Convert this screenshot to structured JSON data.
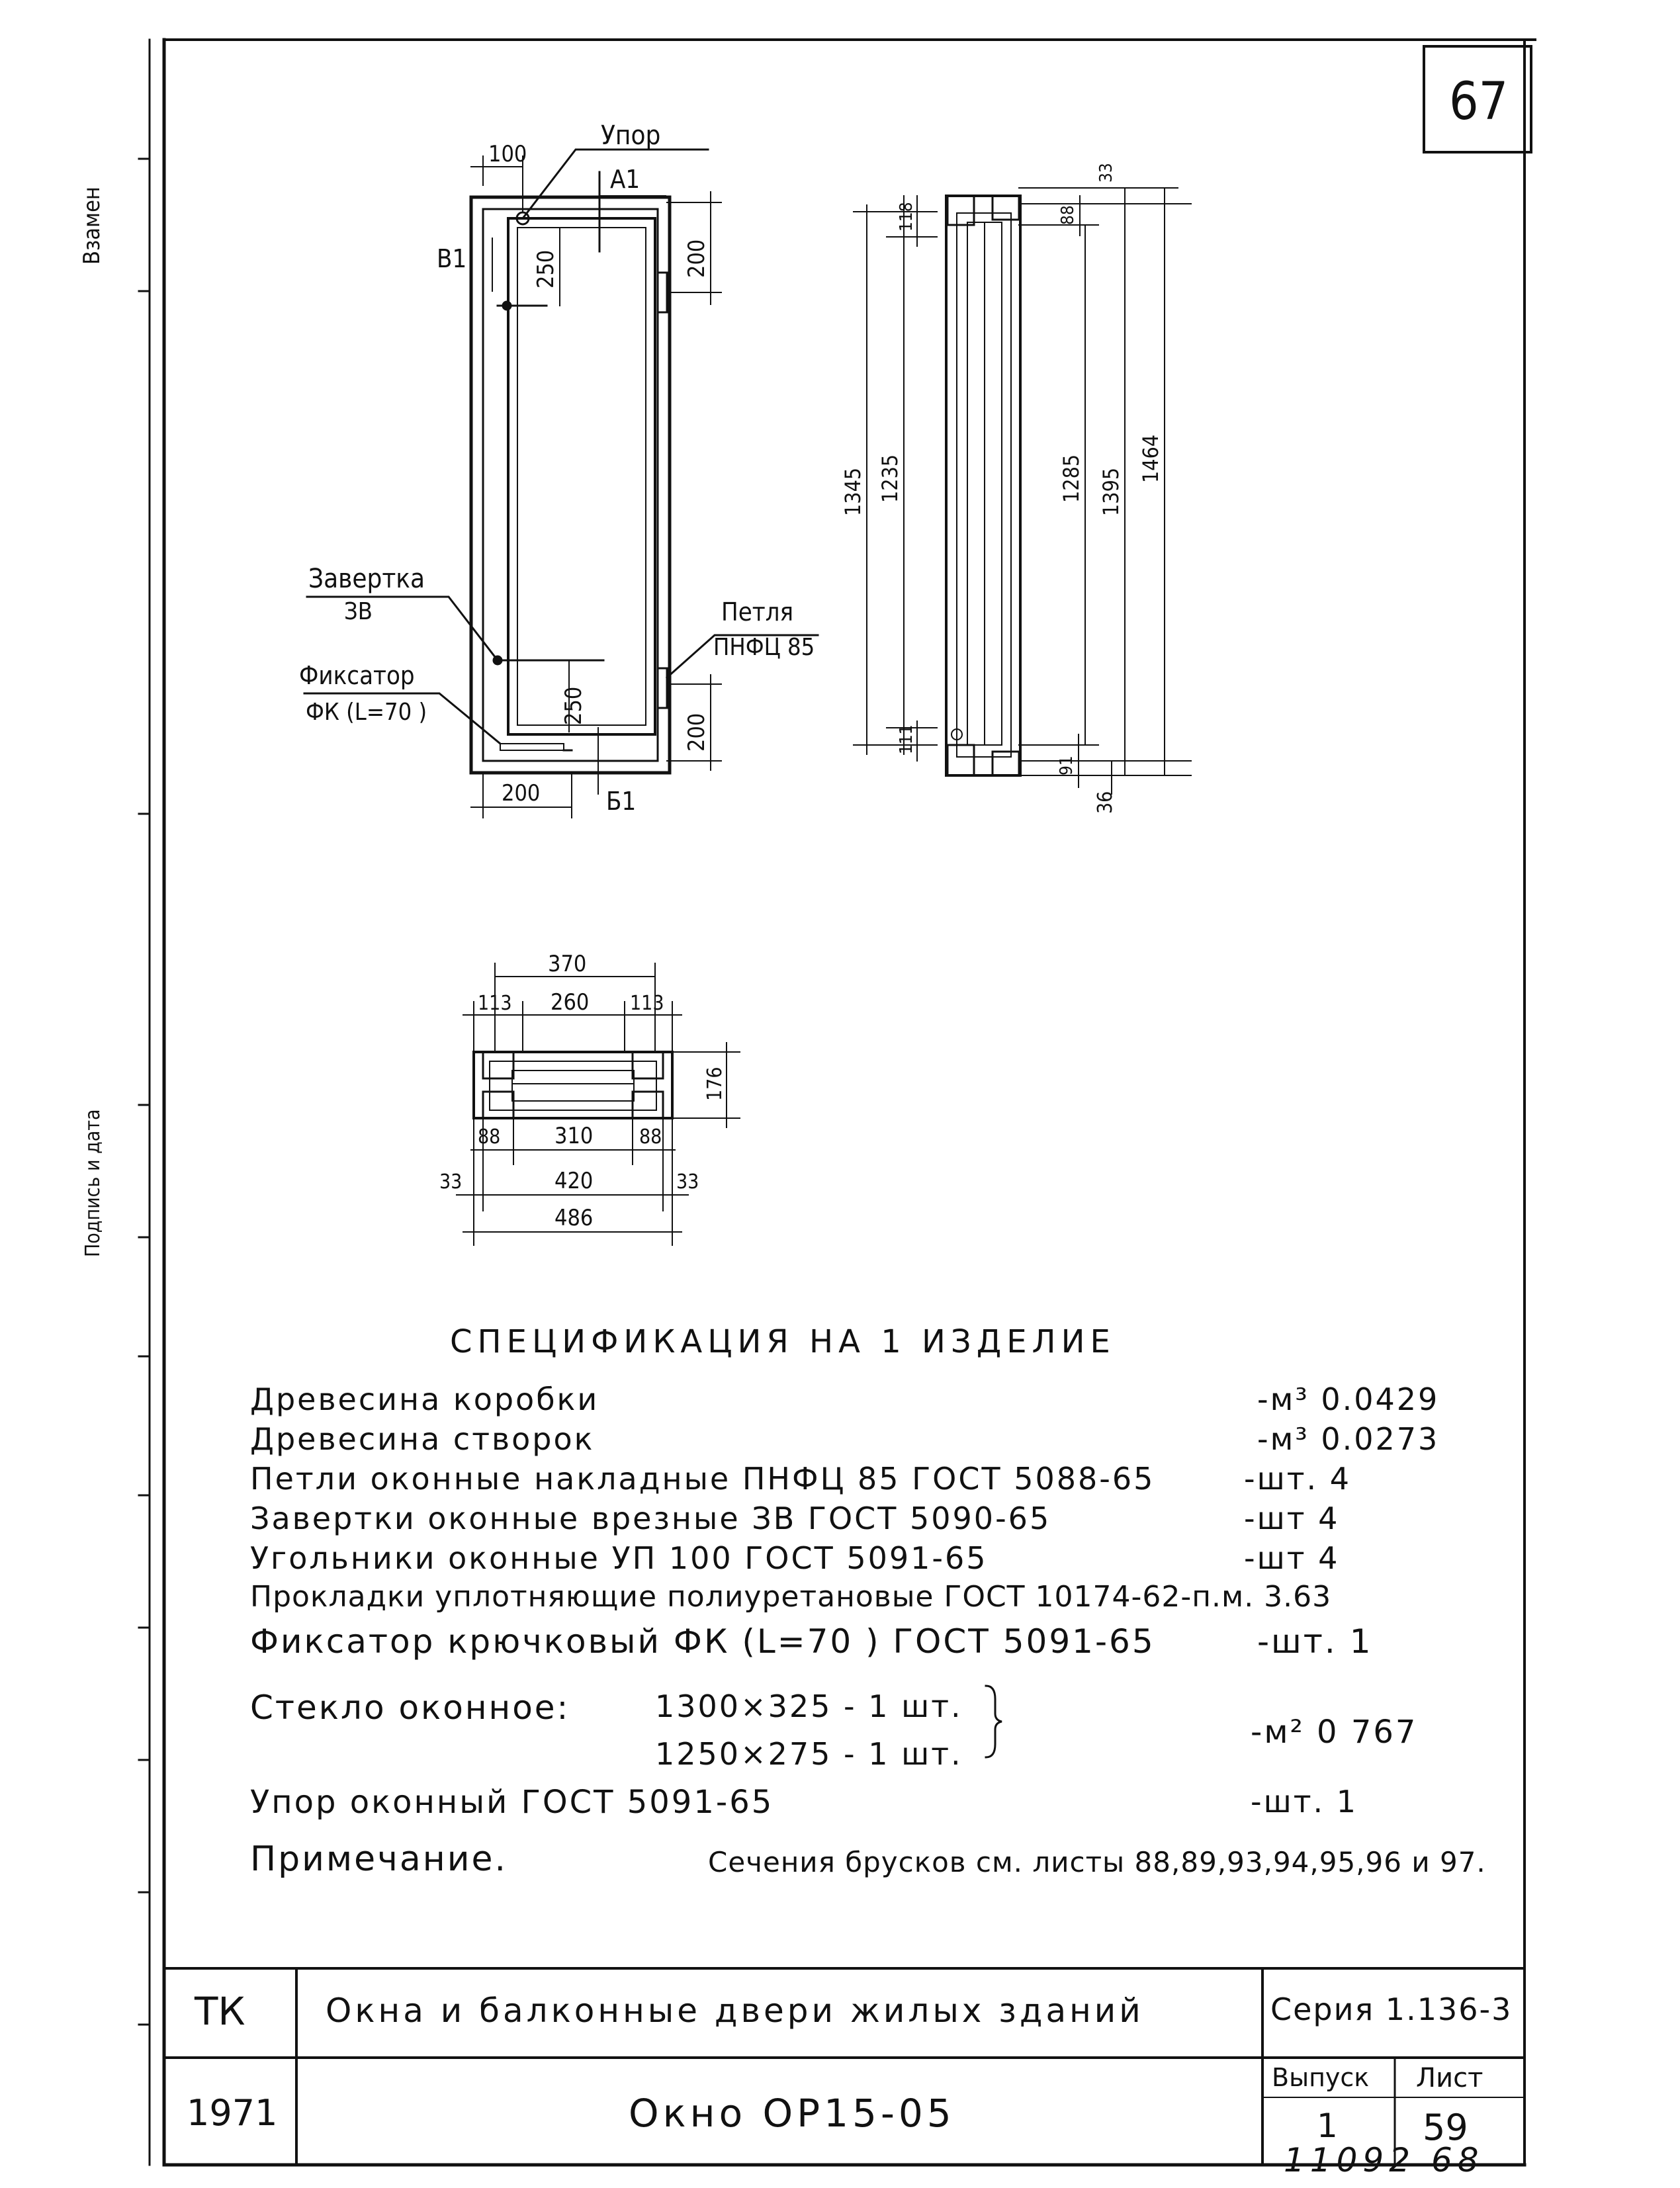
{
  "sheet_number": "67",
  "side_strip_labels": [
    "Взамен",
    "Подпись и дата"
  ],
  "elevation": {
    "labels": {
      "stop": "Упор",
      "a1": "А1",
      "b1_left": "В1",
      "b1_bottom": "Б1",
      "turnbuckle": "Завертка",
      "turnbuckle_code": "ЗВ",
      "hinge": "Петля",
      "hinge_code": "ПНФЦ 85",
      "latch": "Фиксатор",
      "latch_code": "ФК (L=70 )"
    },
    "dims": {
      "top_width": "100",
      "upper_inner": "250",
      "upper_right": "200",
      "lower_inner": "250",
      "lower_right": "200",
      "bottom_width": "200"
    }
  },
  "section_vertical": {
    "dims": {
      "d1345": "1345",
      "d1235": "1235",
      "d118": "118",
      "d111": "111",
      "d88": "88",
      "d33": "33",
      "d1285": "1285",
      "d1395": "1395",
      "d1464": "1464",
      "d91": "91",
      "d36": "36"
    }
  },
  "section_horizontal": {
    "dims": {
      "d370": "370",
      "d113a": "113",
      "d260": "260",
      "d113b": "113",
      "d176": "176",
      "d88a": "88",
      "d310": "310",
      "d88b": "88",
      "d33a": "33",
      "d420": "420",
      "d33b": "33",
      "d486": "486"
    }
  },
  "specification": {
    "title": "СПЕЦИФИКАЦИЯ НА 1 ИЗДЕЛИЕ",
    "rows": [
      {
        "name": "Древесина коробки",
        "value": "-м³ 0.0429"
      },
      {
        "name": "Древесина створок",
        "value": "-м³ 0.0273"
      },
      {
        "name": "Петли оконные накладные ПНФЦ 85 ГОСТ 5088-65",
        "value": "-шт. 4"
      },
      {
        "name": "Завертки оконные врезные ЗВ ГОСТ 5090-65",
        "value": "-шт 4"
      },
      {
        "name": "Угольники оконные УП 100 ГОСТ 5091-65",
        "value": "-шт 4"
      },
      {
        "name": "Прокладки уплотняющие полиуретановые ГОСТ 10174-62-п.м. 3.63",
        "value": ""
      },
      {
        "name": "Фиксатор крючковый ФК (L=70 ) ГОСТ 5091-65",
        "value": "-шт. 1"
      }
    ],
    "glass": {
      "label": "Стекло оконное:",
      "line1": "1300×325 - 1 шт.",
      "line2": "1250×275 - 1 шт.",
      "value": "-м² 0 767"
    },
    "stop_row": {
      "name": "Упор оконный ГОСТ 5091-65",
      "value": "-шт. 1"
    },
    "note": {
      "label": "Примечание.",
      "text": "Сечения брусков см. листы 88,89,93,94,95,96 и 97."
    }
  },
  "title_block": {
    "org": "ТК",
    "project": "Окна и балконные двери жилых зданий",
    "series": "Серия 1.136-3",
    "year": "1971",
    "item": "Окно ОР15-05",
    "issue_label": "Выпуск",
    "issue_value": "1",
    "sheet_label": "Лист",
    "sheet_value": "59"
  },
  "handwritten_code": "11092 68"
}
